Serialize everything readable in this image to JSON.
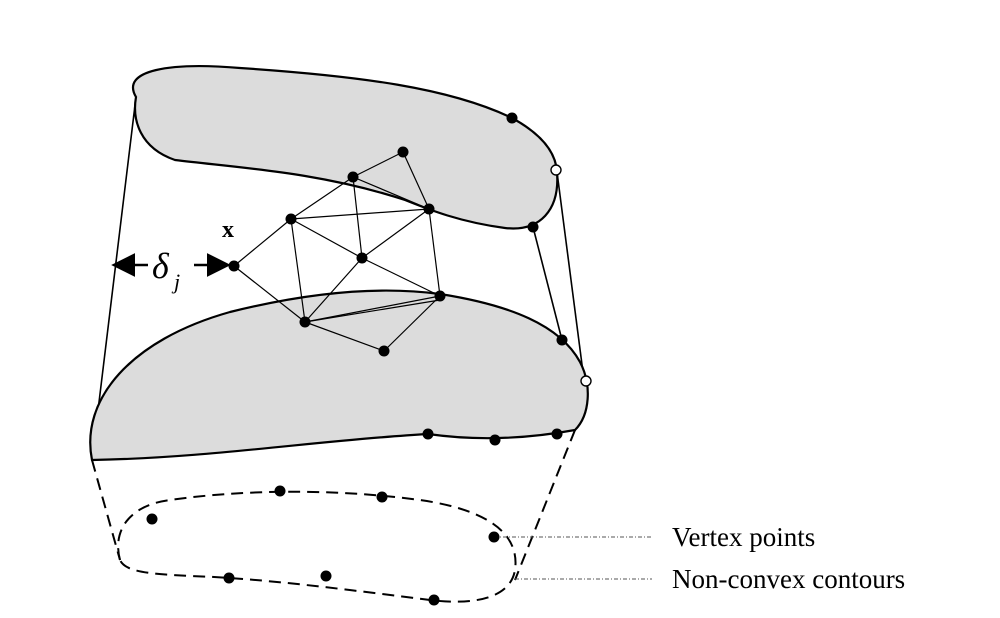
{
  "labels": {
    "point": "x",
    "distance_symbol": "δ",
    "distance_subscript": "j",
    "vertex_points": "Vertex points",
    "non_convex_contours": "Non-convex contours"
  }
}
